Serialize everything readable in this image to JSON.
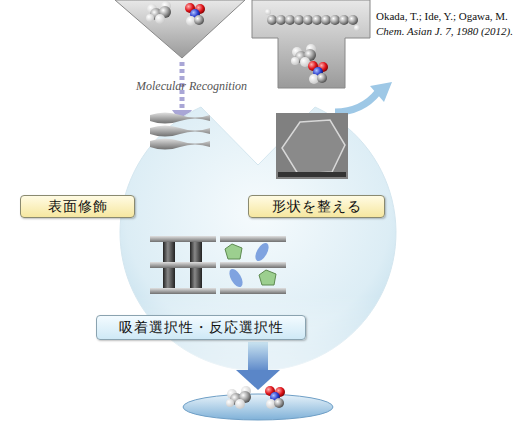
{
  "diagram": {
    "nodes": [
      {
        "text": [
          "表面修飾"
        ]
      },
      {
        "text": [
          "形状を整える"
        ]
      },
      {
        "text": [
          "吸着選択性・反応選択性"
        ]
      }
    ],
    "labels": [
      "Okada, T.; Ide, Y.; Ogawa, M.",
      "Chem. Asian J. 7, 1980 (2012).",
      "Molecular Recognition"
    ]
  }
}
